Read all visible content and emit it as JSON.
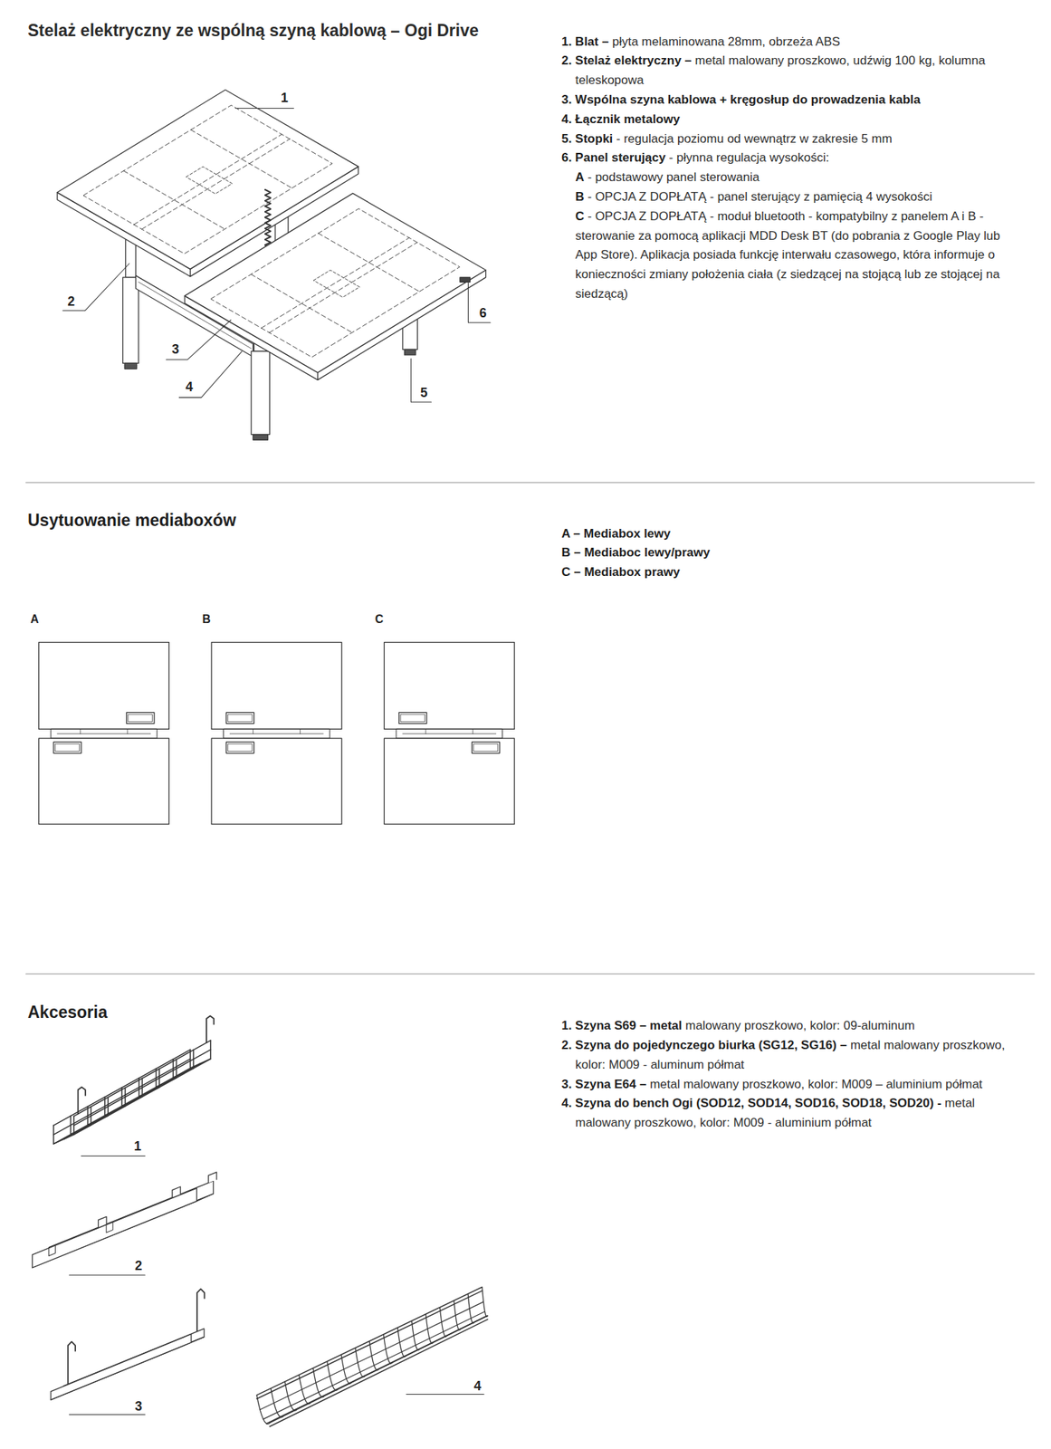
{
  "diagram": {
    "title": "Stelaż elektryczny ze wspólną szyną kablową – Ogi Drive",
    "labels": [
      "1",
      "2",
      "3",
      "4",
      "5",
      "6",
      "1. Blat –",
      "płyta melaminowana 28mm, obrzeża ABS",
      "2. Stelaż elektryczny –",
      "metal malowany proszkowo, udźwig 100 kg, kolumna teleskopowa",
      "3. Wspólna szyna kablowa + kręgosłup do prowadzenia kabla",
      "4. Łącznik metalowy",
      "5. Stopki",
      "- regulacja poziomu od wewnątrz w zakresie 5 mm",
      "6. Panel sterujący",
      "- płynna regulacja wysokości:",
      "A",
      "- podstawowy panel sterowania",
      "B",
      "- OPCJA Z DOPŁATĄ - panel sterujący z pamięcią 4 wysokości",
      "C",
      "- OPCJA Z DOPŁATĄ - moduł bluetooth - kompatybilny z panelem A i B - sterowanie za pomocą aplikacji MDD Desk BT (do pobrania z Google Play lub App Store). Aplikacja posiada funkcję interwału czasowego, która informuje o konieczności zmiany położenia ciała (z siedzącej na stojącą lub ze stojącej na siedzącą)",
      "Usytuowanie mediaboxów",
      "A – Mediabox lewy",
      "B – Mediaboc lewy/prawy",
      "C – Mediabox prawy",
      "A",
      "B",
      "C",
      "Akcesoria",
      "1",
      "2",
      "3",
      "4",
      "1. Szyna S69 – metal",
      "malowany proszkowo, kolor: 09-aluminum",
      "2. Szyna do pojedynczego biurka (SG12, SG16) –",
      "metal malowany proszkowo, kolor: M009 - aluminum półmat",
      "3. Szyna E64 –",
      "metal malowany proszkowo, kolor: M009 – aluminium półmat",
      "4. Szyna do bench Ogi (SOD12, SOD14, SOD16, SOD18, SOD20) -",
      "metal malowany proszkowo, kolor: M009 - aluminium półmat"
    ]
  }
}
